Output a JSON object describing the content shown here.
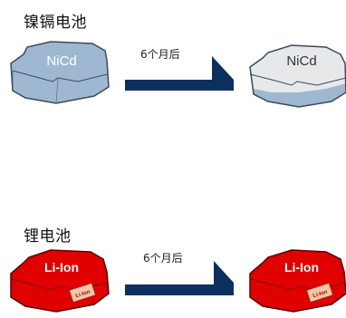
{
  "nicd": {
    "title": "镍镉电池",
    "label_before": "NiCd",
    "label_after": "NiCd",
    "arrow_label": "6个月后"
  },
  "liion": {
    "title": "锂电池",
    "label_before": "Li-Ion",
    "label_after": "Li-Ion",
    "arrow_label": "6个月后"
  },
  "colors": {
    "nicd_full": "#9fb8d1",
    "nicd_after_top": "#e6e8ea",
    "nicd_after_fill": "#9fb8d1",
    "liion_red": "#e00000",
    "arrow": "#0d2f5e"
  }
}
